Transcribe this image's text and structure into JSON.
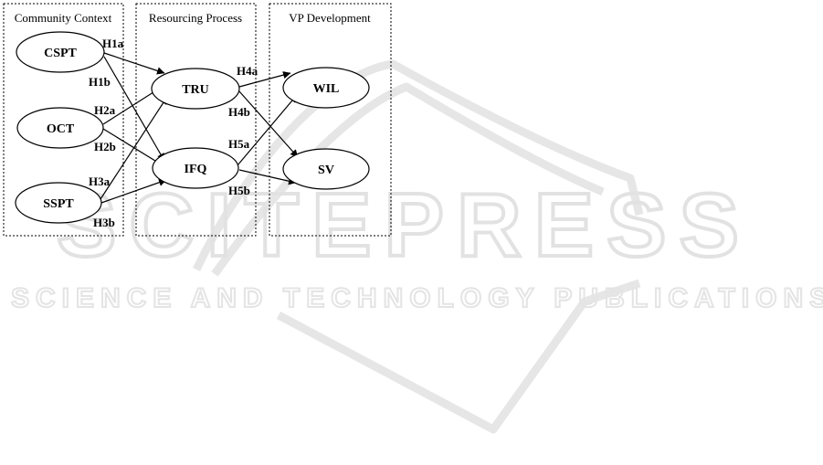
{
  "watermark": {
    "brand": "SCITEPRESS",
    "tagline": "SCIENCE AND TECHNOLOGY PUBLICATIONS"
  },
  "panels": [
    {
      "id": "community",
      "title": "Community Context"
    },
    {
      "id": "resourcing",
      "title": "Resourcing Process"
    },
    {
      "id": "vp",
      "title": "VP Development"
    }
  ],
  "nodes": [
    {
      "id": "cspt",
      "label": "CSPT"
    },
    {
      "id": "oct",
      "label": "OCT"
    },
    {
      "id": "sspt",
      "label": "SSPT"
    },
    {
      "id": "tru",
      "label": "TRU"
    },
    {
      "id": "ifq",
      "label": "IFQ"
    },
    {
      "id": "wil",
      "label": "WIL"
    },
    {
      "id": "sv",
      "label": "SV"
    }
  ],
  "edges": [
    {
      "from": "cspt",
      "to": "tru",
      "label": "H1a"
    },
    {
      "from": "cspt",
      "to": "ifq",
      "label": "H1b"
    },
    {
      "from": "oct",
      "to": "tru",
      "label": "H2a"
    },
    {
      "from": "oct",
      "to": "ifq",
      "label": "H2b"
    },
    {
      "from": "sspt",
      "to": "tru",
      "label": "H3a"
    },
    {
      "from": "sspt",
      "to": "ifq",
      "label": "H3b"
    },
    {
      "from": "tru",
      "to": "wil",
      "label": "H4a"
    },
    {
      "from": "tru",
      "to": "sv",
      "label": "H4b"
    },
    {
      "from": "ifq",
      "to": "wil",
      "label": "H5a"
    },
    {
      "from": "ifq",
      "to": "sv",
      "label": "H5b"
    }
  ]
}
